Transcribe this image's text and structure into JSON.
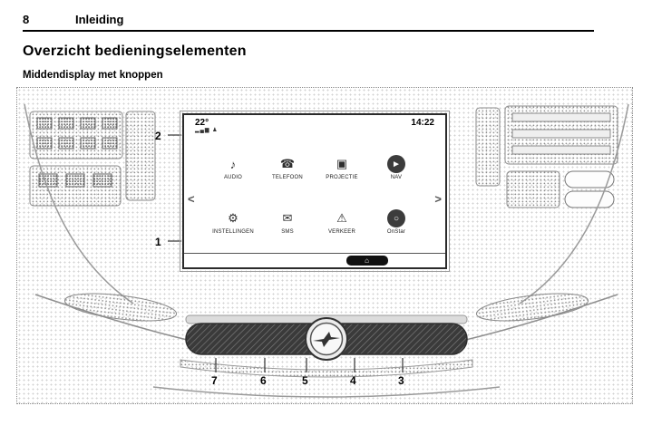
{
  "page": {
    "number": "8",
    "chapter": "Inleiding",
    "section_title": "Overzicht bedieningselementen",
    "subsection_title": "Middendisplay met knoppen"
  },
  "display": {
    "temperature": "22°",
    "time": "14:22",
    "status_icons": {
      "signal": "▂▄▆",
      "profile": "♟"
    },
    "prev_arrow": "<",
    "next_arrow": ">",
    "home_glyph": "⌂",
    "menu": [
      {
        "label": "AUDIO",
        "glyph": "♪"
      },
      {
        "label": "TELEFOON",
        "glyph": "☎"
      },
      {
        "label": "PROJECTIE",
        "glyph": "▣"
      },
      {
        "label": "NAV",
        "glyph": "►"
      },
      {
        "label": "INSTELLINGEN",
        "glyph": "⚙"
      },
      {
        "label": "SMS",
        "glyph": "✉"
      },
      {
        "label": "VERKEER",
        "glyph": "⚠"
      },
      {
        "label": "OnStar",
        "glyph": "○"
      }
    ]
  },
  "callouts": {
    "n1": "1",
    "n2": "2",
    "n3": "3",
    "n4": "4",
    "n5": "5",
    "n6": "6",
    "n7": "7"
  }
}
